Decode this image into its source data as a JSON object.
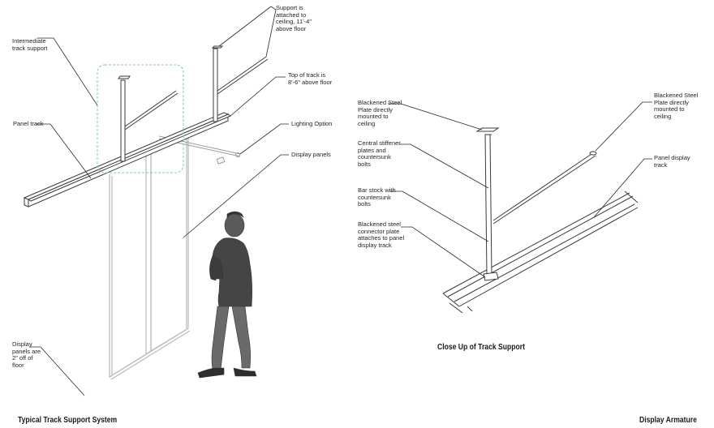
{
  "left_labels": {
    "support_attached": "Support is\nattached to\nceiling, 11'-4\"\nabove floor",
    "intermediate_support": "Intermediate\ntrack support",
    "top_of_track": "Top of track is\n8'-6\" above floor",
    "panel_track": "Panel track",
    "lighting_option": "Lighting Option",
    "display_panels": "Display panels",
    "panels_off_floor": "Display\npanels are\n2\" off of\nfloor"
  },
  "right_labels": {
    "plate_left": "Blackened Steel\nPlate directly\nmounted to\nceiling",
    "stiffener": "Central stiffener\nplates and\ncountersunk\nbolts",
    "bar_stock": "Bar stock with\ncountersunk\nbolts",
    "connector_plate": "Blackened steel\nconnector plate\nattaches to panel\ndisplay track",
    "plate_right": "Blackened Steel\nPlate directly\nmounted to\nceiling",
    "panel_display_track": "Panel display\ntrack"
  },
  "captions": {
    "typical": "Typical Track Support System",
    "closeup": "Close Up of Track Support",
    "armature": "Display Armature"
  },
  "colors": {
    "line": "#3a3a3a",
    "leader": "#2a2a2a",
    "panel": "#b9b9b9",
    "highlight": "#7fc6d8",
    "figure": "#4a4a4a"
  }
}
